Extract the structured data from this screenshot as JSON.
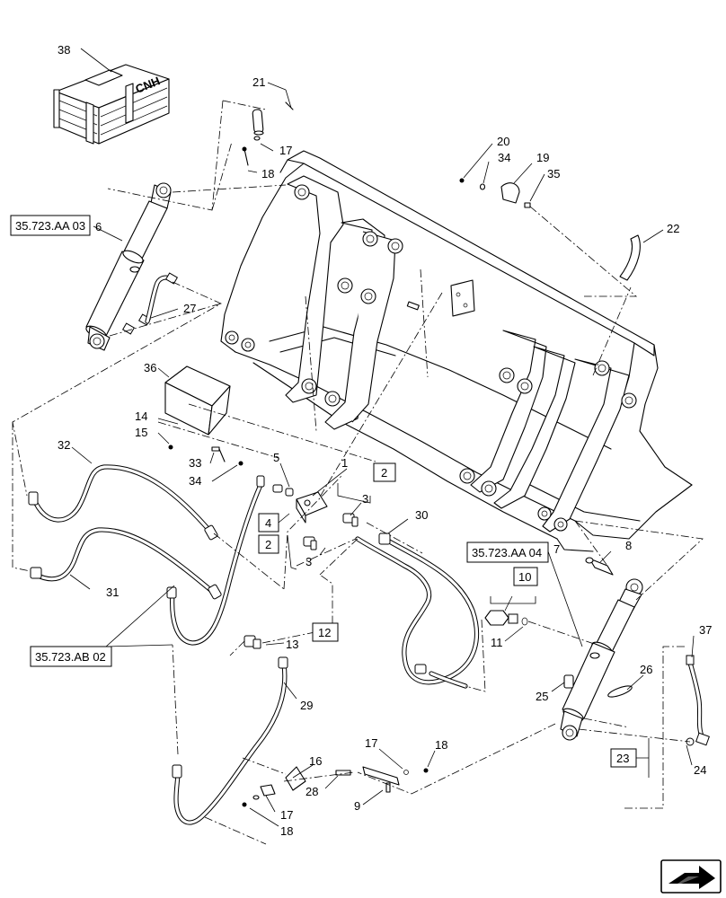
{
  "callouts": {
    "c1": "1",
    "c2a": "2",
    "c2b": "2",
    "c3a": "3",
    "c3b": "3",
    "c4": "4",
    "c5": "5",
    "c6": "6",
    "c7": "7",
    "c8": "8",
    "c9": "9",
    "c10": "10",
    "c11": "11",
    "c12": "12",
    "c13": "13",
    "c14": "14",
    "c15": "15",
    "c16": "16",
    "c17a": "17",
    "c17b": "17",
    "c17c": "17",
    "c18a": "18",
    "c18b": "18",
    "c18c": "18",
    "c19": "19",
    "c20": "20",
    "c21": "21",
    "c22": "22",
    "c23": "23",
    "c24": "24",
    "c25": "25",
    "c26": "26",
    "c27": "27",
    "c28": "28",
    "c29": "29",
    "c30": "30",
    "c31": "31",
    "c32": "32",
    "c33": "33",
    "c34a": "34",
    "c34b": "34",
    "c35": "35",
    "c36": "36",
    "c37": "37",
    "c38": "38"
  },
  "references": {
    "left_cylinder": "35.723.AA 03",
    "right_cylinder": "35.723.AA 04",
    "hoses": "35.723.AB 02"
  },
  "crate_marking": "CNH",
  "icons": {
    "next_page": "arrow-next-icon"
  }
}
